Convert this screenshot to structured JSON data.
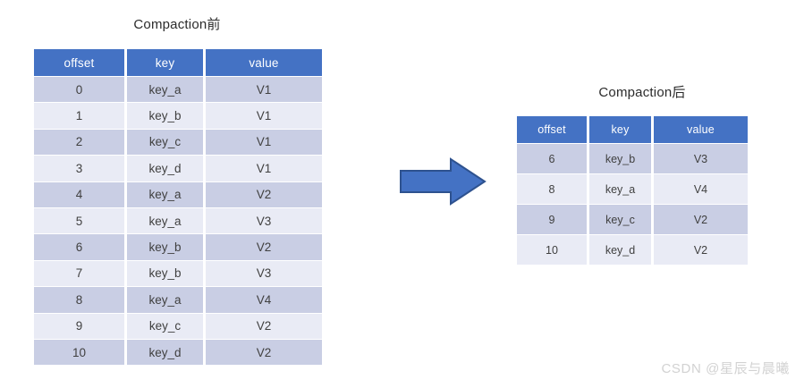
{
  "diagram": {
    "before": {
      "title": "Compaction前",
      "columns": [
        "offset",
        "key",
        "value"
      ],
      "rows": [
        [
          "0",
          "key_a",
          "V1"
        ],
        [
          "1",
          "key_b",
          "V1"
        ],
        [
          "2",
          "key_c",
          "V1"
        ],
        [
          "3",
          "key_d",
          "V1"
        ],
        [
          "4",
          "key_a",
          "V2"
        ],
        [
          "5",
          "key_a",
          "V3"
        ],
        [
          "6",
          "key_b",
          "V2"
        ],
        [
          "7",
          "key_b",
          "V3"
        ],
        [
          "8",
          "key_a",
          "V4"
        ],
        [
          "9",
          "key_c",
          "V2"
        ],
        [
          "10",
          "key_d",
          "V2"
        ]
      ]
    },
    "after": {
      "title": "Compaction后",
      "columns": [
        "offset",
        "key",
        "value"
      ],
      "rows": [
        [
          "6",
          "key_b",
          "V3"
        ],
        [
          "8",
          "key_a",
          "V4"
        ],
        [
          "9",
          "key_c",
          "V2"
        ],
        [
          "10",
          "key_d",
          "V2"
        ]
      ]
    },
    "arrow": {
      "icon": "right-arrow-icon",
      "direction": "right"
    }
  },
  "watermark": {
    "text": "CSDN @星辰与晨曦"
  },
  "colors": {
    "header_fill": "#4472C4",
    "arrow_fill": "#4472C4",
    "arrow_stroke": "#2E528F",
    "row_odd": "#C9CEE4",
    "row_even": "#E9EBF5",
    "text": "#404040",
    "title_text": "#2B2B2B",
    "watermark_text": "#D2D2D2",
    "background": "#FFFFFF"
  }
}
